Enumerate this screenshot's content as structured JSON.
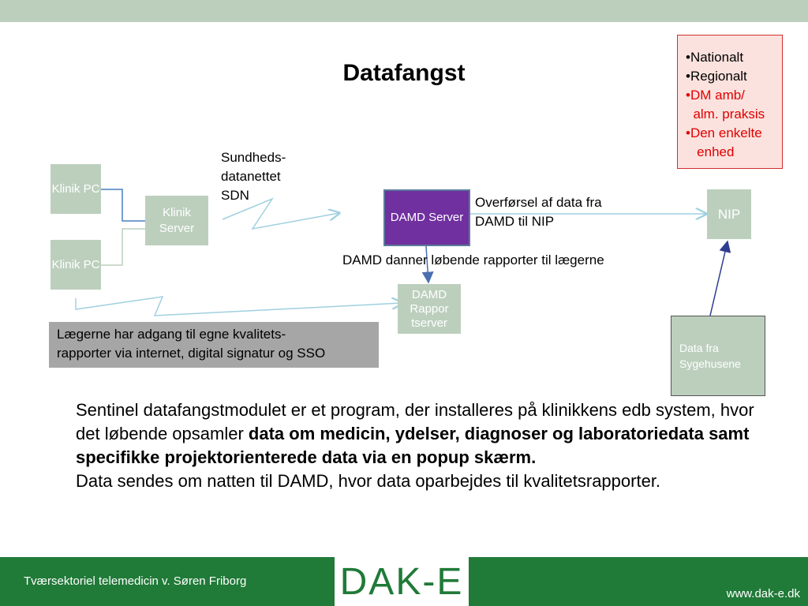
{
  "slide": {
    "title": "Datafangst",
    "scope_list": [
      {
        "text": "•Nationalt",
        "color": "#000000"
      },
      {
        "text": "•Regionalt",
        "color": "#000000"
      },
      {
        "text": "•DM amb/",
        "color": "#e00000"
      },
      {
        "text": "  alm. praksis",
        "color": "#e00000"
      },
      {
        "text": "•Den enkelte",
        "color": "#e00000"
      },
      {
        "text": "   enhed",
        "color": "#e00000"
      }
    ]
  },
  "diagram": {
    "klinik_pc_1": "Klinik PC",
    "klinik_pc_2": "Klinik PC",
    "klinik_server": "Klinik Server",
    "sdn_label": "Sundheds-\ndatanettet\nSDN",
    "damd_server": "DAMD Server",
    "overforsel_label": "Overførsel af data fra\nDAMD til NIP",
    "nip": "NIP",
    "rapport_label": "DAMD danner løbende rapporter til lægerne",
    "damd_rapportserver": "DAMD\nRappor\ntserver",
    "data_fra_sygehusene": "Data fra\nSygehusene",
    "grey_note": "Lægerne har adgang til egne kvalitets-\nrapporter via internet, digital signatur og SSO"
  },
  "body": {
    "p1_part1": "Sentinel datafangstmodulet er et program, der installeres på klinikkens edb system, hvor det løbende opsamler ",
    "p1_bold": "data om medicin, ydelser, diagnoser og laboratoriedata samt specifikke projektorienterede data via en popup skærm.",
    "p2": "Data sendes om natten til DAMD, hvor data oparbejdes til kvalitetsrapporter."
  },
  "footer": {
    "left": "Tværsektoriel telemedicin  v. Søren Friborg",
    "logo": "DAK-E",
    "right": "www.dak-e.dk"
  },
  "colors": {
    "box_green": "#bccfbd",
    "damd_purple": "#7030a0",
    "footer_green": "#207a38",
    "arrow_light_blue": "#9fd0e0",
    "arrow_dark_blue": "#2e3d8f"
  }
}
